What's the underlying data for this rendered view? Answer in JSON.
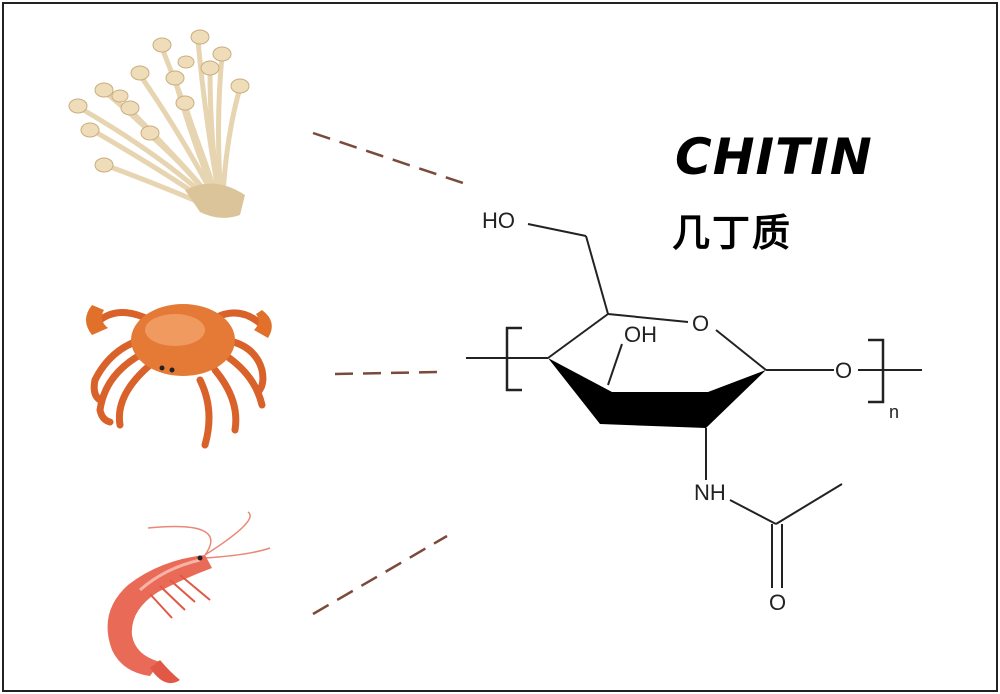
{
  "title": {
    "english": "CHITIN",
    "chinese": "几丁质"
  },
  "molecule": {
    "atoms": {
      "ho": "HO",
      "ring_oxygen": "O",
      "oh": "OH",
      "bridge_oxygen": "O",
      "nh": "NH",
      "carbonyl_oxygen": "O",
      "repeat_subscript": "n"
    }
  },
  "sources": [
    {
      "icon": "mushroom-icon"
    },
    {
      "icon": "crab-icon"
    },
    {
      "icon": "shrimp-icon"
    }
  ],
  "colors": {
    "connector": "#7a4a3a",
    "crab": "#e0702a",
    "shrimp": "#e9604e",
    "mushroom": "#e9d6b4",
    "bond": "#222222"
  }
}
